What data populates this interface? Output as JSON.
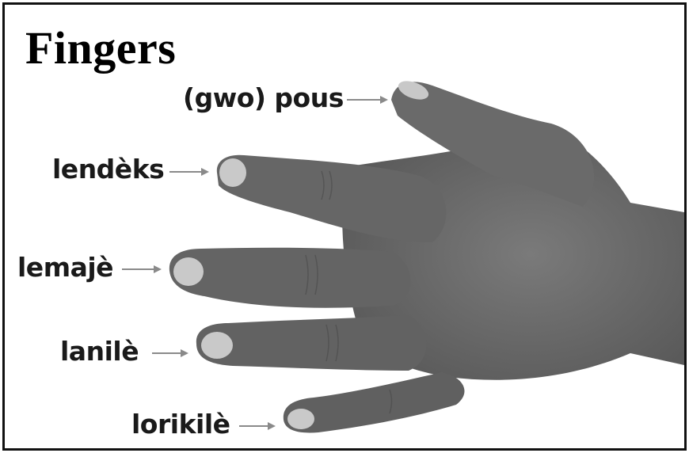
{
  "title": "Fingers",
  "labels": {
    "thumb": "(gwo) pous",
    "index": "lendèks",
    "middle": "lemajè",
    "ring": "lanilè",
    "pinky": "lorikilè"
  },
  "colors": {
    "skin": "#6e6e6e",
    "skin_dark": "#505050",
    "nail": "#c9c9c9",
    "text": "#1a1a1a",
    "arrow": "#8a8a8a",
    "border": "#111111"
  }
}
